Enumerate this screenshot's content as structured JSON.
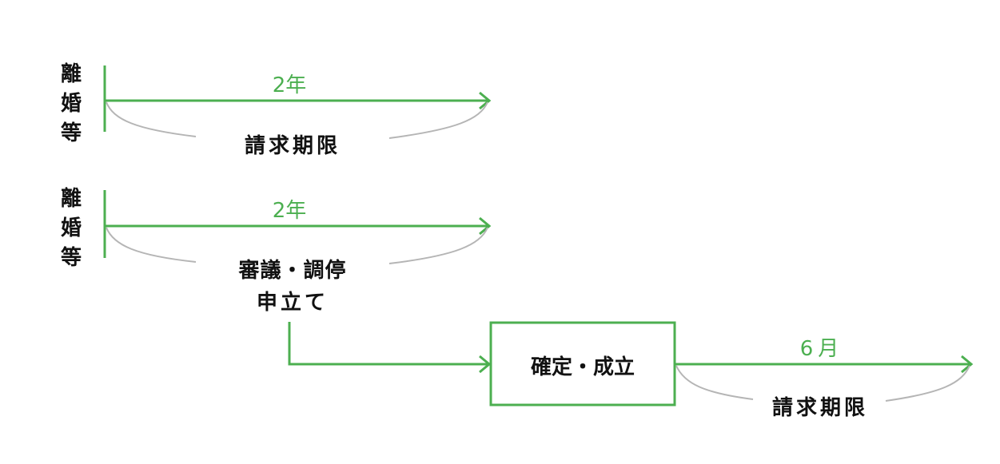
{
  "colors": {
    "accent": "#4caf50",
    "brace": "#b5b5b5",
    "text": "#111111"
  },
  "row1": {
    "event_label": [
      "離",
      "婚",
      "等"
    ],
    "duration": "2年",
    "brace_label": "請求期限"
  },
  "row2": {
    "event_label": [
      "離",
      "婚",
      "等"
    ],
    "duration": "2年",
    "brace_label_line1": "審議・調停",
    "brace_label_line2": "申立て"
  },
  "row3": {
    "box_label": "確定・成立",
    "duration": "6月",
    "brace_label": "請求期限"
  }
}
